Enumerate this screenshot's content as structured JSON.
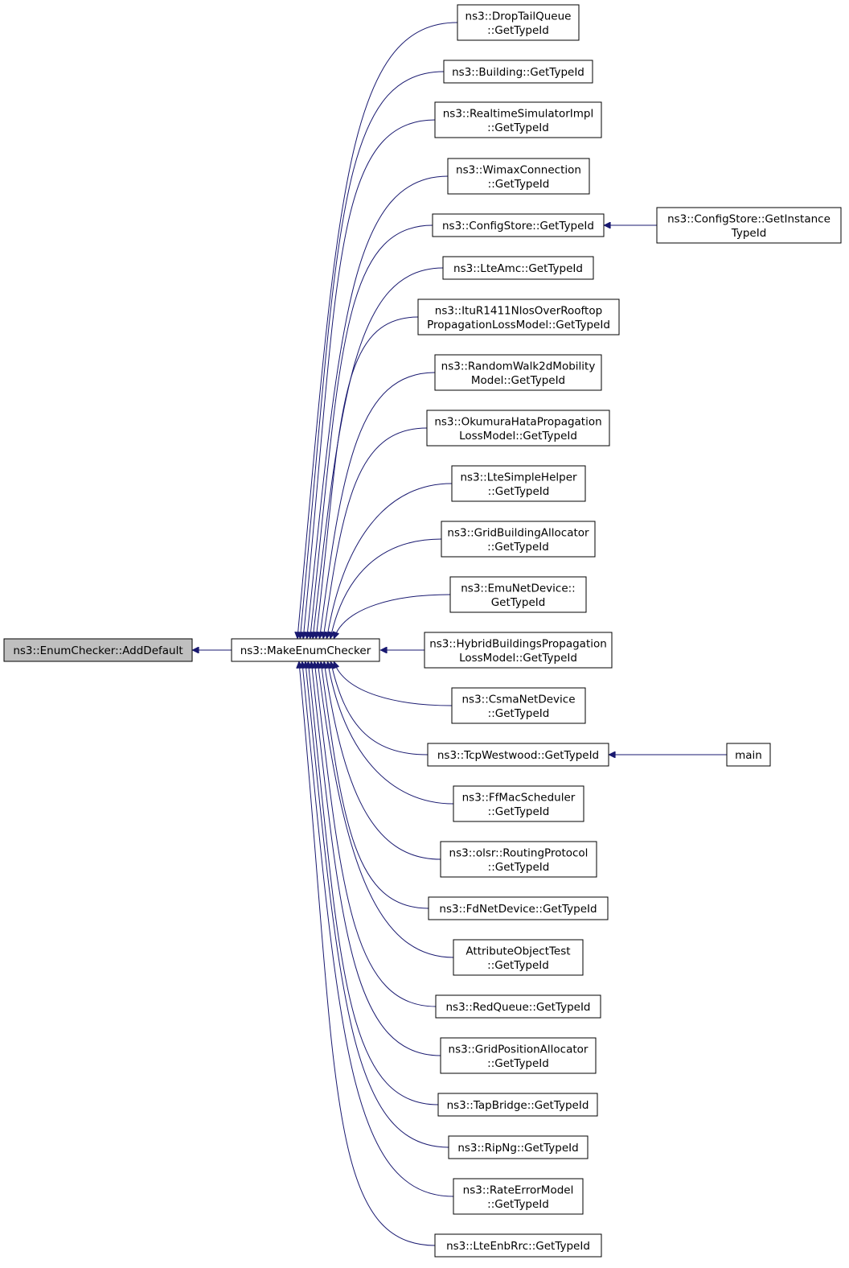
{
  "graph": {
    "nodes": [
      {
        "id": "adddefault",
        "lines": [
          "ns3::EnumChecker::AddDefault"
        ],
        "focus": true
      },
      {
        "id": "makeenumchecker",
        "lines": [
          "ns3::MakeEnumChecker"
        ]
      },
      {
        "id": "droptailqueue",
        "lines": [
          "ns3::DropTailQueue",
          "::GetTypeId"
        ]
      },
      {
        "id": "building",
        "lines": [
          "ns3::Building::GetTypeId"
        ]
      },
      {
        "id": "realtimesimulatorimpl",
        "lines": [
          "ns3::RealtimeSimulatorImpl",
          "::GetTypeId"
        ]
      },
      {
        "id": "wimaxconnection",
        "lines": [
          "ns3::WimaxConnection",
          "::GetTypeId"
        ]
      },
      {
        "id": "configstore",
        "lines": [
          "ns3::ConfigStore::GetTypeId"
        ]
      },
      {
        "id": "configstore-instance",
        "lines": [
          "ns3::ConfigStore::GetInstance",
          "TypeId"
        ]
      },
      {
        "id": "lteamc",
        "lines": [
          "ns3::LteAmc::GetTypeId"
        ]
      },
      {
        "id": "itur1411",
        "lines": [
          "ns3::ItuR1411NlosOverRooftop",
          "PropagationLossModel::GetTypeId"
        ]
      },
      {
        "id": "randomwalk2d",
        "lines": [
          "ns3::RandomWalk2dMobility",
          "Model::GetTypeId"
        ]
      },
      {
        "id": "okumurahata",
        "lines": [
          "ns3::OkumuraHataPropagation",
          "LossModel::GetTypeId"
        ]
      },
      {
        "id": "ltesimplehelper",
        "lines": [
          "ns3::LteSimpleHelper",
          "::GetTypeId"
        ]
      },
      {
        "id": "gridbuildingallocator",
        "lines": [
          "ns3::GridBuildingAllocator",
          "::GetTypeId"
        ]
      },
      {
        "id": "emunetdevice",
        "lines": [
          "ns3::EmuNetDevice::",
          "GetTypeId"
        ]
      },
      {
        "id": "hybridbuildings",
        "lines": [
          "ns3::HybridBuildingsPropagation",
          "LossModel::GetTypeId"
        ]
      },
      {
        "id": "csmanetdevice",
        "lines": [
          "ns3::CsmaNetDevice",
          "::GetTypeId"
        ]
      },
      {
        "id": "tcpwestwood",
        "lines": [
          "ns3::TcpWestwood::GetTypeId"
        ]
      },
      {
        "id": "main",
        "lines": [
          "main"
        ]
      },
      {
        "id": "ffmacscheduler",
        "lines": [
          "ns3::FfMacScheduler",
          "::GetTypeId"
        ]
      },
      {
        "id": "olsr-routingprotocol",
        "lines": [
          "ns3::olsr::RoutingProtocol",
          "::GetTypeId"
        ]
      },
      {
        "id": "fdnetdevice",
        "lines": [
          "ns3::FdNetDevice::GetTypeId"
        ]
      },
      {
        "id": "attributeobjecttest",
        "lines": [
          "AttributeObjectTest",
          "::GetTypeId"
        ]
      },
      {
        "id": "redqueue",
        "lines": [
          "ns3::RedQueue::GetTypeId"
        ]
      },
      {
        "id": "gridpositionallocator",
        "lines": [
          "ns3::GridPositionAllocator",
          "::GetTypeId"
        ]
      },
      {
        "id": "tapbridge",
        "lines": [
          "ns3::TapBridge::GetTypeId"
        ]
      },
      {
        "id": "ripng",
        "lines": [
          "ns3::RipNg::GetTypeId"
        ]
      },
      {
        "id": "rateerrormodel",
        "lines": [
          "ns3::RateErrorModel",
          "::GetTypeId"
        ]
      },
      {
        "id": "lteenbrrc",
        "lines": [
          "ns3::LteEnbRrc::GetTypeId"
        ]
      }
    ],
    "edges": [
      {
        "from": "makeenumchecker",
        "to": "adddefault"
      },
      {
        "from": "droptailqueue",
        "to": "makeenumchecker"
      },
      {
        "from": "building",
        "to": "makeenumchecker"
      },
      {
        "from": "realtimesimulatorimpl",
        "to": "makeenumchecker"
      },
      {
        "from": "wimaxconnection",
        "to": "makeenumchecker"
      },
      {
        "from": "configstore",
        "to": "makeenumchecker"
      },
      {
        "from": "lteamc",
        "to": "makeenumchecker"
      },
      {
        "from": "itur1411",
        "to": "makeenumchecker"
      },
      {
        "from": "randomwalk2d",
        "to": "makeenumchecker"
      },
      {
        "from": "okumurahata",
        "to": "makeenumchecker"
      },
      {
        "from": "ltesimplehelper",
        "to": "makeenumchecker"
      },
      {
        "from": "gridbuildingallocator",
        "to": "makeenumchecker"
      },
      {
        "from": "emunetdevice",
        "to": "makeenumchecker"
      },
      {
        "from": "hybridbuildings",
        "to": "makeenumchecker"
      },
      {
        "from": "csmanetdevice",
        "to": "makeenumchecker"
      },
      {
        "from": "tcpwestwood",
        "to": "makeenumchecker"
      },
      {
        "from": "ffmacscheduler",
        "to": "makeenumchecker"
      },
      {
        "from": "olsr-routingprotocol",
        "to": "makeenumchecker"
      },
      {
        "from": "fdnetdevice",
        "to": "makeenumchecker"
      },
      {
        "from": "attributeobjecttest",
        "to": "makeenumchecker"
      },
      {
        "from": "redqueue",
        "to": "makeenumchecker"
      },
      {
        "from": "gridpositionallocator",
        "to": "makeenumchecker"
      },
      {
        "from": "tapbridge",
        "to": "makeenumchecker"
      },
      {
        "from": "ripng",
        "to": "makeenumchecker"
      },
      {
        "from": "rateerrormodel",
        "to": "makeenumchecker"
      },
      {
        "from": "lteenbrrc",
        "to": "makeenumchecker"
      },
      {
        "from": "configstore-instance",
        "to": "configstore"
      },
      {
        "from": "main",
        "to": "tcpwestwood"
      }
    ],
    "colors": {
      "edge": "#191970",
      "focus_fill": "#bfbfbf",
      "node_fill": "#ffffff",
      "border": "#000000"
    }
  }
}
